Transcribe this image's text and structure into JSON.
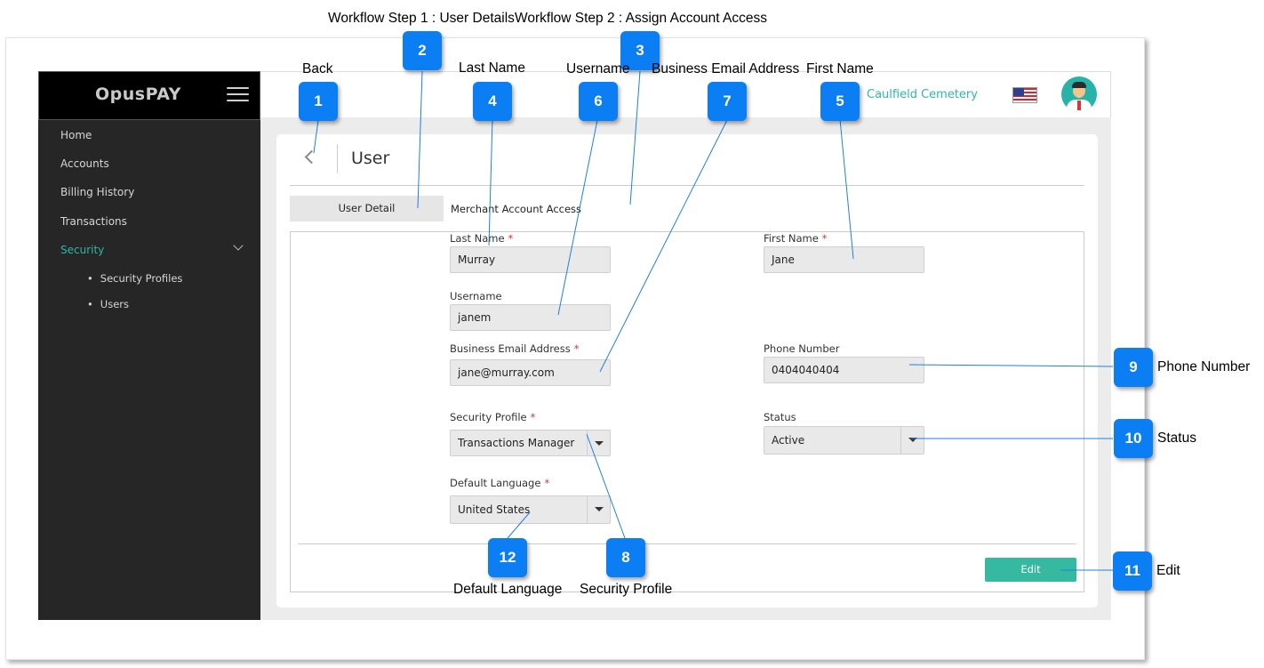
{
  "app": {
    "brand": "OpusPAY",
    "company": "Caulfield Cemetery",
    "icons": [
      "menu-icon",
      "us-flag-icon",
      "user-avatar-icon",
      "back-icon",
      "chevron-down-icon"
    ]
  },
  "sidebar": {
    "items": [
      {
        "label": "Home"
      },
      {
        "label": "Accounts"
      },
      {
        "label": "Billing History"
      },
      {
        "label": "Transactions"
      },
      {
        "label": "Security",
        "active": true
      }
    ],
    "sub_items": [
      {
        "label": "Security Profiles"
      },
      {
        "label": "Users",
        "active": true
      }
    ]
  },
  "page": {
    "title": "User",
    "tabs": [
      {
        "label": "User Detail",
        "active": true
      },
      {
        "label": "Merchant Account Access"
      }
    ]
  },
  "form": {
    "last_name": {
      "label": "Last Name",
      "value": "Murray",
      "required": true
    },
    "first_name": {
      "label": "First Name",
      "value": "Jane",
      "required": true
    },
    "username": {
      "label": "Username",
      "value": "janem"
    },
    "email": {
      "label": "Business Email Address",
      "value": "jane@murray.com",
      "required": true
    },
    "phone": {
      "label": "Phone Number",
      "value": "0404040404"
    },
    "security_profile": {
      "label": "Security Profile",
      "value": "Transactions Manager",
      "required": true
    },
    "status": {
      "label": "Status",
      "value": "Active"
    },
    "default_language": {
      "label": "Default Language",
      "value": "United States",
      "required": true
    },
    "required_mark": "*",
    "edit_label": "Edit"
  },
  "annotations": {
    "workflow_step_1": "Workflow Step 1 : User Details",
    "workflow_step_2": "Workflow Step 2 : Assign Account Access",
    "callouts": [
      {
        "number": "1",
        "caption": "Back"
      },
      {
        "number": "2",
        "caption": ""
      },
      {
        "number": "3",
        "caption": ""
      },
      {
        "number": "4",
        "caption": "Last Name"
      },
      {
        "number": "5",
        "caption": "First Name"
      },
      {
        "number": "6",
        "caption": "Username"
      },
      {
        "number": "7",
        "caption": "Business Email Address"
      },
      {
        "number": "8",
        "caption": "Security Profile"
      },
      {
        "number": "9",
        "caption": "Phone Number"
      },
      {
        "number": "10",
        "caption": "Status"
      },
      {
        "number": "11",
        "caption": "Edit"
      },
      {
        "number": "12",
        "caption": "Default Language"
      }
    ],
    "color_badge": "#0a7ef2",
    "color_line": "#1f7fe0"
  }
}
